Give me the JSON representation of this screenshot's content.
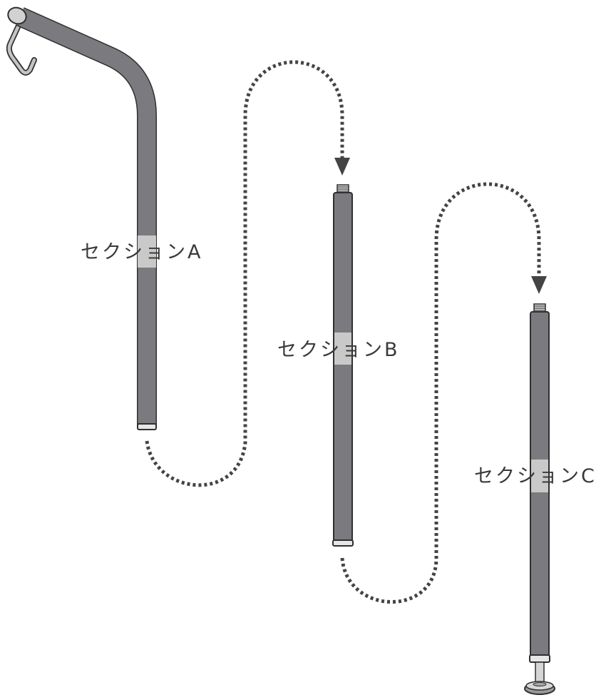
{
  "labels": {
    "section_a": "セクションA",
    "section_b": "セクションB",
    "section_c": "セクションC"
  },
  "colors": {
    "pole_body": "#7b7b7f",
    "pole_outline": "#303030",
    "label_band": "#c9c9c9",
    "arrow": "#444444",
    "hook": "#bcbcbc"
  }
}
